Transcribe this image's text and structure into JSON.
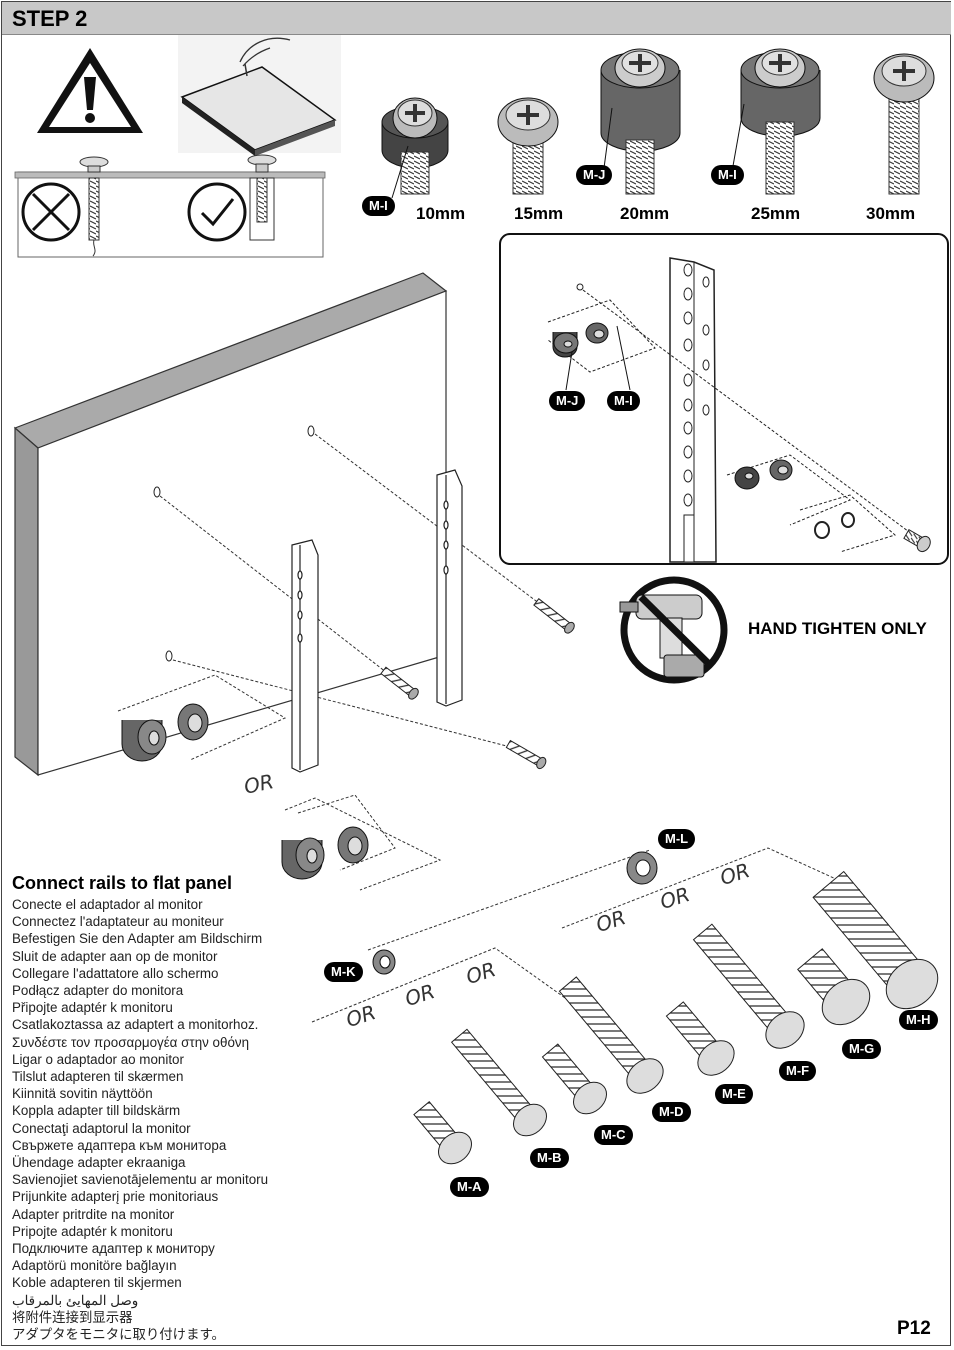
{
  "header": {
    "step": "STEP 2"
  },
  "screw_sizes": [
    {
      "size": "10mm",
      "tag": "M-I"
    },
    {
      "size": "15mm",
      "tag": ""
    },
    {
      "size": "20mm",
      "tag": "M-J"
    },
    {
      "size": "25mm",
      "tag": "M-I"
    },
    {
      "size": "30mm",
      "tag": ""
    }
  ],
  "inset_tags": {
    "spacer_large": "M-J",
    "spacer_small": "M-I"
  },
  "warning": {
    "text": "HAND TIGHTEN ONLY"
  },
  "or_text": "OR",
  "hardware": {
    "washer_top": "M-L",
    "washer_left": "M-K",
    "screws": [
      "M-A",
      "M-B",
      "M-C",
      "M-D",
      "M-E",
      "M-F",
      "M-G",
      "M-H"
    ]
  },
  "instructions": {
    "title": "Connect rails to flat panel",
    "lines": [
      "Conecte el adaptador al monitor",
      "Connectez l'adaptateur au moniteur",
      "Befestigen Sie den Adapter am Bildschirm",
      "Sluit de adapter aan op de monitor",
      "Collegare l'adattatore allo schermo",
      "Podłącz adapter do monitora",
      "Připojte adaptér k monitoru",
      "Csatlakoztassa az adaptert a monitorhoz.",
      "Συνδέστε τον προσαρμογέα στην οθόνη",
      "Ligar o adaptador ao monitor",
      "Tilslut adapteren til skærmen",
      "Kiinnitä sovitin näyttöön",
      "Koppla adapter till bildskärm",
      "Conectaţi adaptorul la monitor",
      "Свържете адаптера към монитора",
      "Ühendage adapter ekraaniga",
      "Savienojiet savienotājelementu ar monitoru",
      "Prijunkite adapterį prie monitoriaus",
      "Adapter pritrdite na monitor",
      "Pripojte adaptér k monitoru",
      "Подключите адаптер к монитору",
      "Adaptörü monitöre bağlayın",
      "Koble adapteren til skjermen",
      "وصل المهايئ بالمرقاب",
      "将附件连接到显示器",
      "アダプタをモニタに取り付けます。"
    ]
  },
  "page_number": "P12"
}
